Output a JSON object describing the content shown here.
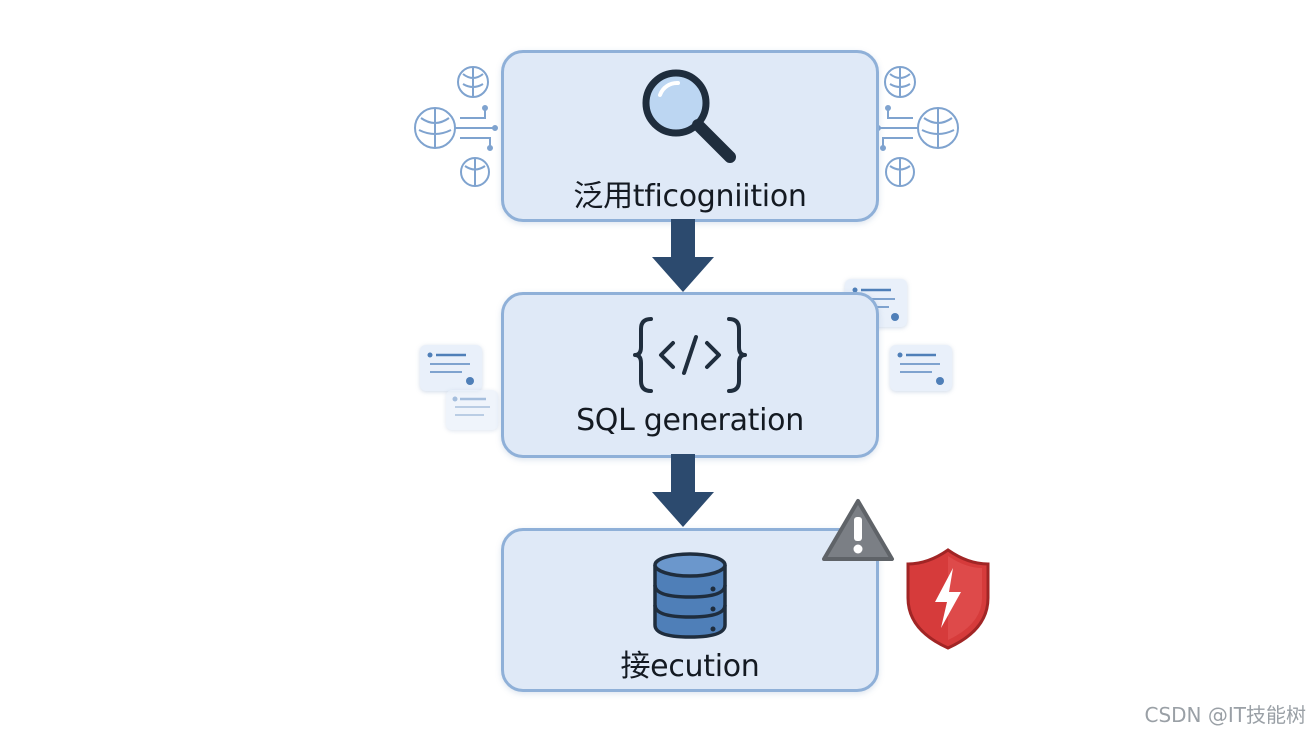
{
  "steps": [
    {
      "label": "泛用tficogniition",
      "icon": "magnifier-icon"
    },
    {
      "label": "SQL generation",
      "icon": "code-brackets-icon"
    },
    {
      "label": "接ecution",
      "icon": "database-icon"
    }
  ],
  "decorations": {
    "step1": "brain-circuit-icon",
    "step2": "chat-note-icon",
    "step3_warning": "warning-triangle-icon",
    "step3_shield": "shield-lightning-icon"
  },
  "watermark": "CSDN @IT技能树",
  "colors": {
    "box_fill": "#dfe9f7",
    "box_border": "#8fb0d8",
    "arrow": "#2c4a6e",
    "icon_blue": "#4f7fb8",
    "shield_red": "#d63b3b",
    "warning_gray": "#7b7f85"
  }
}
